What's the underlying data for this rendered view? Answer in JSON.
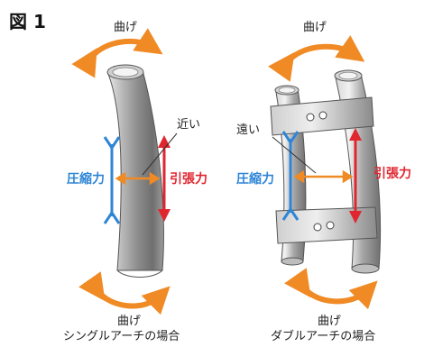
{
  "figure_label": "図 1",
  "single": {
    "bend_top": "曲げ",
    "bend_bottom": "曲げ",
    "distance_label": "近い",
    "compression_label": "圧縮力",
    "tension_label": "引張力",
    "caption": "シングルアーチの場合"
  },
  "double": {
    "bend_top": "曲げ",
    "bend_bottom": "曲げ",
    "distance_label": "遠い",
    "compression_label": "圧縮力",
    "tension_label": "引張力",
    "caption": "ダブルアーチの場合"
  },
  "colors": {
    "compression": "#2f86d6",
    "tension": "#e0262f",
    "bend_arrow": "#f08a24",
    "tube": "#9a9a9a"
  }
}
